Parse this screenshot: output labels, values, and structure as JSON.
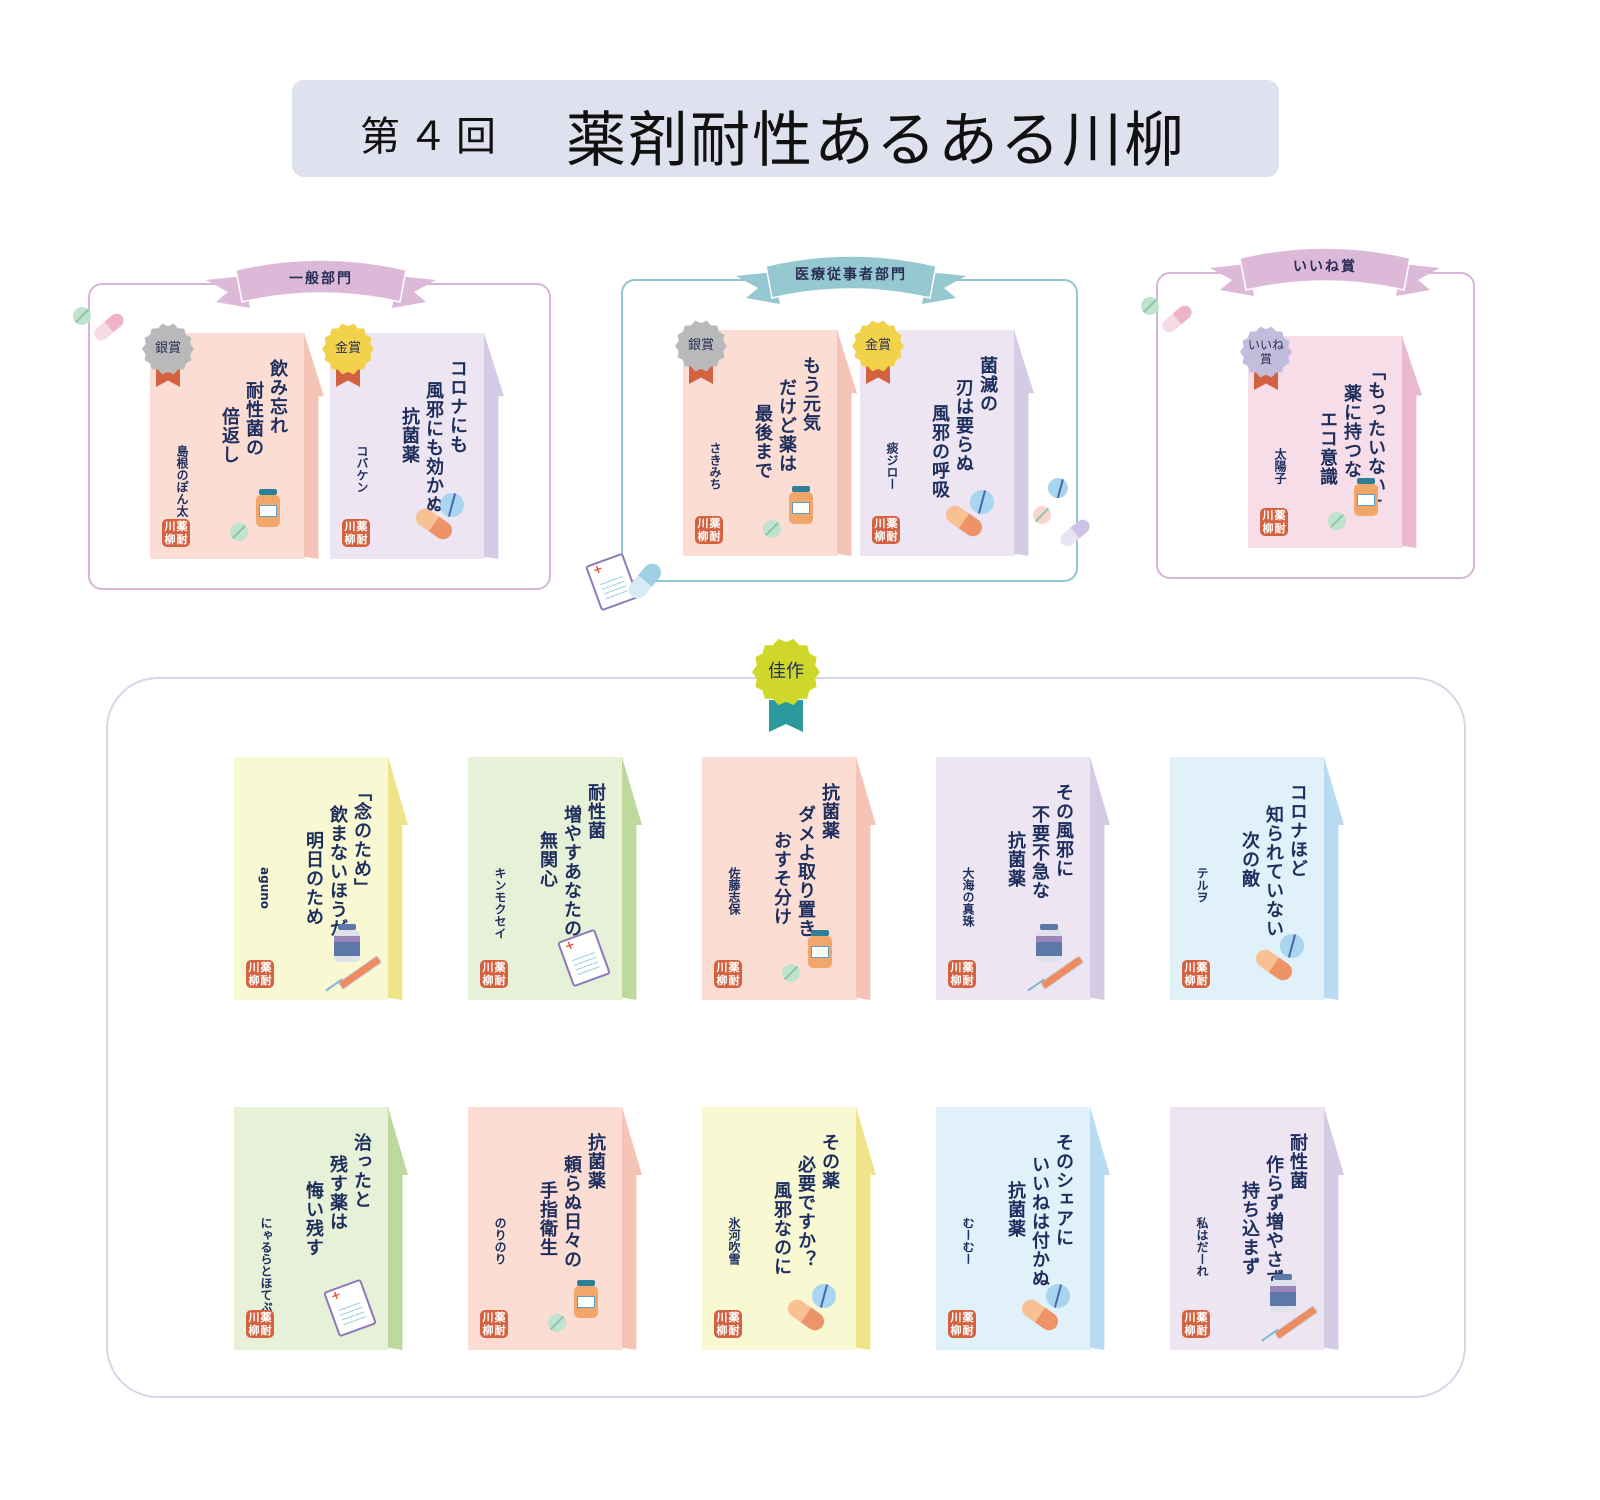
{
  "title": {
    "edition": "第４回",
    "main": "薬剤耐性あるある川柳"
  },
  "stamp": [
    "川",
    "薬",
    "柳",
    "耐"
  ],
  "colors": {
    "text": "#1e2f5e",
    "stamp": "#d4613f",
    "silver": "#b9b9bb",
    "gold": "#f1d24a",
    "iine": "#c3bddc",
    "kasaku": "#cfd72a"
  },
  "sections": [
    {
      "label": "一般部門",
      "color": "#dcb9d9"
    },
    {
      "label": "医療従事者部門",
      "color": "#95c8d0"
    },
    {
      "label": "いいね賞",
      "color": "#dcb9d9"
    }
  ],
  "featured": [
    {
      "award": "銀賞",
      "badge": "silver",
      "lines": [
        "飲み忘れ",
        "耐性菌の",
        "倍返し"
      ],
      "author": "島根のぽん太",
      "theme": "pink",
      "decor": [
        "bottle",
        "tablet"
      ]
    },
    {
      "award": "金賞",
      "badge": "gold",
      "lines": [
        "コロナにも",
        "風邪にも効かぬ",
        "抗菌薬"
      ],
      "author": "コバケン",
      "theme": "lavender",
      "decor": [
        "capsule",
        "blue-tablet"
      ]
    },
    {
      "award": "銀賞",
      "badge": "silver",
      "lines": [
        "もう元気",
        "だけど薬は",
        "最後まで"
      ],
      "author": "さきみち",
      "theme": "pink",
      "decor": [
        "bottle",
        "tablet"
      ]
    },
    {
      "award": "金賞",
      "badge": "gold",
      "lines": [
        "菌滅の",
        "刃は要らぬ",
        "風邪の呼吸"
      ],
      "author": "痰ジロー",
      "theme": "lavender",
      "decor": [
        "capsule",
        "blue-tablet"
      ]
    },
    {
      "award": "いいね賞",
      "badge": "iine",
      "lines": [
        "「もったいない」",
        "薬に持つな",
        "エコ意識"
      ],
      "author": "太陽子",
      "theme": "rose",
      "decor": [
        "bottle",
        "tablet"
      ]
    }
  ],
  "kasaku": {
    "label": "佳作",
    "entries": [
      {
        "lines": [
          "「念のため」",
          "飲まないほうが",
          "明日のため"
        ],
        "author": "aguno",
        "theme": "yellow",
        "decor": [
          "syringe"
        ]
      },
      {
        "lines": [
          "耐性菌",
          "増やすあなたの",
          "無関心"
        ],
        "author": "キンモクセイ",
        "theme": "green",
        "decor": [
          "clipboard"
        ]
      },
      {
        "lines": [
          "抗菌薬",
          "ダメよ取り置き",
          "おすそ分け"
        ],
        "author": "佐藤志保",
        "theme": "pink",
        "decor": [
          "bottle",
          "tablet"
        ]
      },
      {
        "lines": [
          "その風邪に",
          "不要不急な",
          "抗菌薬"
        ],
        "author": "大海の真珠",
        "theme": "lavender",
        "decor": [
          "syringe"
        ]
      },
      {
        "lines": [
          "コロナほど",
          "知られていない",
          "次の敵"
        ],
        "author": "テルヲ",
        "theme": "blue",
        "decor": [
          "capsule",
          "blue-tablet"
        ]
      },
      {
        "lines": [
          "治ったと",
          "残す薬は",
          "悔い残す"
        ],
        "author": "にゃるらとほてぷ",
        "theme": "green",
        "decor": [
          "clipboard"
        ]
      },
      {
        "lines": [
          "抗菌薬",
          "頼らぬ日々の",
          "手指衛生"
        ],
        "author": "のりのり",
        "theme": "pink",
        "decor": [
          "bottle",
          "tablet"
        ]
      },
      {
        "lines": [
          "その薬",
          "必要ですか？",
          "風邪なのに"
        ],
        "author": "氷河吹雪",
        "theme": "yellow",
        "decor": [
          "capsule",
          "blue-tablet"
        ]
      },
      {
        "lines": [
          "そのシェアに",
          "いいねは付かぬ",
          "抗菌薬"
        ],
        "author": "むーむー",
        "theme": "blue",
        "decor": [
          "capsule",
          "blue-tablet"
        ]
      },
      {
        "lines": [
          "耐性菌",
          "作らず増やさず",
          "持ち込まず"
        ],
        "author": "私はだーれ",
        "theme": "lavender",
        "decor": [
          "syringe"
        ]
      }
    ]
  }
}
